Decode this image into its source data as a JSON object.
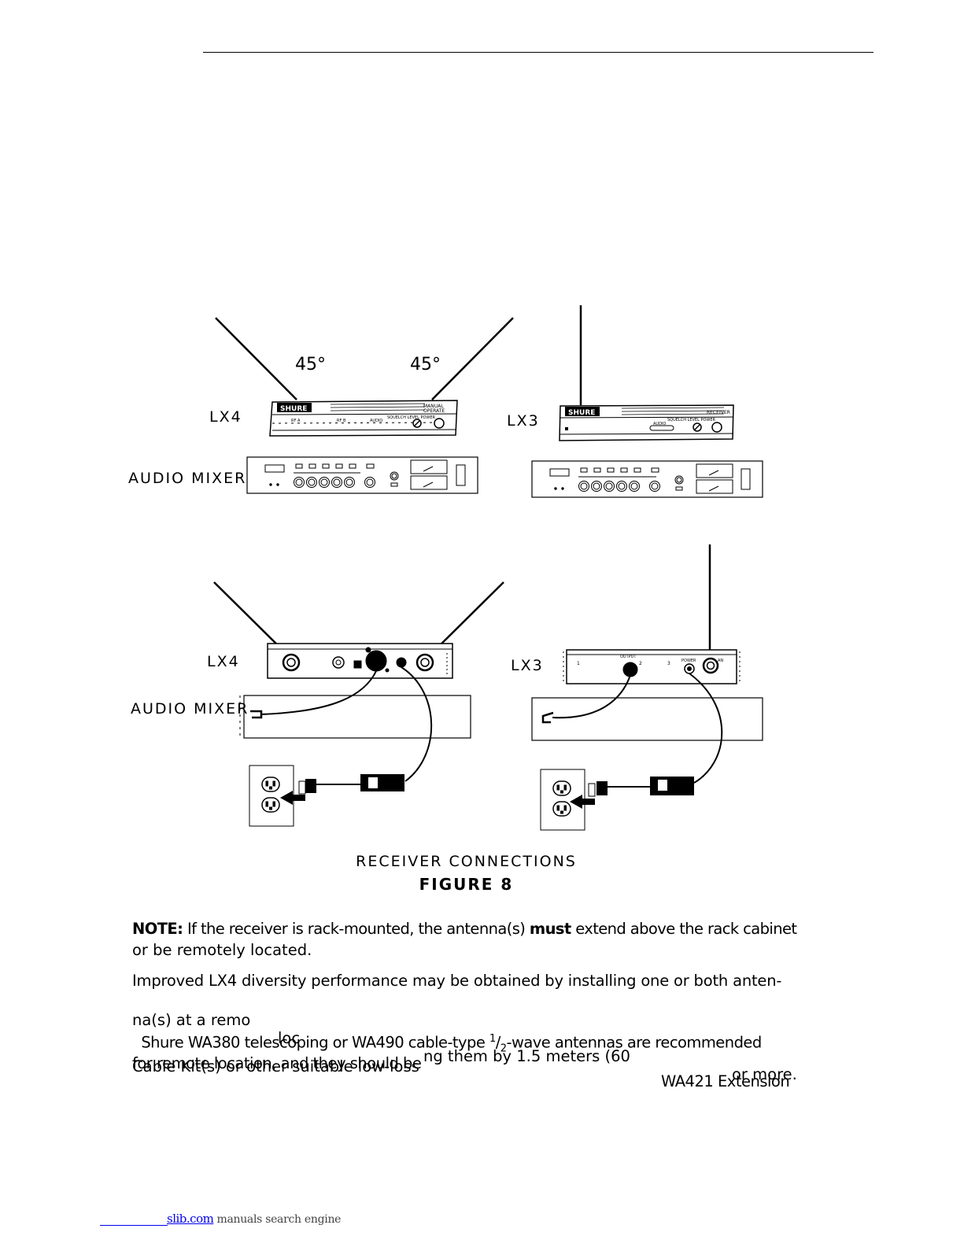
{
  "figure": {
    "angle_left": "45°",
    "angle_right": "45°",
    "label_lx4_top": "LX4",
    "label_lx3_top": "LX3",
    "label_mixer_top": "AUDIO MIXER",
    "label_lx4_bottom": "LX4",
    "label_lx3_bottom": "LX3",
    "label_mixer_bottom": "AUDIO MIXER",
    "caption_title": "RECEIVER CONNECTIONS",
    "caption_figure": "FIGURE 8"
  },
  "note": {
    "label": "NOTE:",
    "text_1": "If the receiver is rack-mounted, the antenna(s)",
    "emphasis": "must",
    "text_2": "extend above the rack cabinet",
    "text_3": "or be remotely located."
  },
  "paragraph": {
    "line_1": "Improved LX4 diversity performance may be obtained by installing one or both anten-",
    "line_2a": "na(s) at a remo",
    "line_2b": "loc",
    "line_2c": "ng them by 1.5 meters (60",
    "line_2d": "or more.",
    "line_3a": "Shure WA380 telescoping or WA490 cable-type ",
    "line_3_sup": "1",
    "line_3_slash": "/",
    "line_3_sub": "2",
    "line_3b": "-wave antennas are recommended",
    "line_4a": "for remote location, and they should be",
    "line_4b": "WA421 Extension",
    "line_5": "Cable Kit(s) or other suitable low-loss"
  },
  "footer": {
    "link": "slib.com",
    "rest": " manuals search engine"
  }
}
